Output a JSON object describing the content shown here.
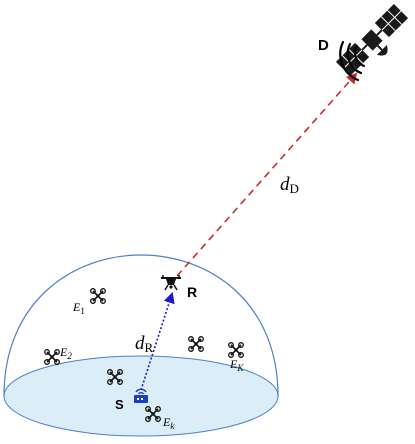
{
  "nodes": {
    "destination_label": "D",
    "relay_label": "R",
    "source_label": "S"
  },
  "links": {
    "dd_main": "d",
    "dd_sub": "D",
    "dr_main": "d",
    "dr_sub": "R"
  },
  "eavesdroppers": {
    "e1_main": "E",
    "e1_sub": "1",
    "e2_main": "E",
    "e2_sub": "2",
    "ek_main": "E",
    "ek_sub": "K",
    "ekk_main": "E",
    "ekk_sub": "k"
  },
  "colors": {
    "dome_edge": "#4a7fc9",
    "ground_fill": "#dbeef7",
    "relay_to_satellite": "#c0302c",
    "source_to_relay": "#1c19c7",
    "satellite": "#000000",
    "source_device": "#1c3fbf"
  },
  "icons": [
    "satellite-icon",
    "drone-icon",
    "router-icon",
    "signal-waves-icon"
  ]
}
